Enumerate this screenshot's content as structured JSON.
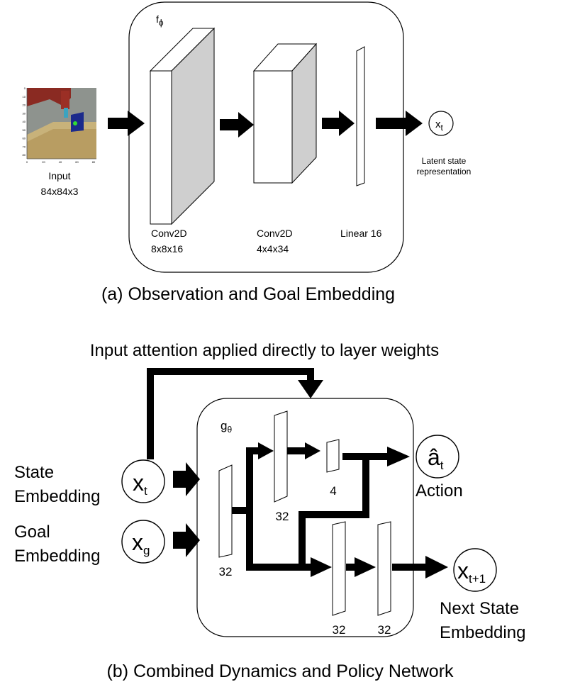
{
  "panel_a": {
    "input_label": "Input",
    "input_size": "84x84x3",
    "encoder_symbol": "f",
    "encoder_subscript": "ϕ",
    "layers": [
      {
        "name": "Conv2D",
        "size": "8x8x16"
      },
      {
        "name": "Conv2D",
        "size": "4x4x34"
      },
      {
        "name": "Linear 16",
        "size": ""
      }
    ],
    "output_symbol": "x",
    "output_subscript": "t",
    "output_label_line1": "Latent state",
    "output_label_line2": "representation",
    "caption": "(a) Observation and Goal Embedding",
    "plot_ticks_y": [
      "0",
      "10",
      "20",
      "30",
      "40",
      "50",
      "60",
      "70",
      "80"
    ],
    "plot_ticks_x": [
      "0",
      "20",
      "40",
      "60",
      "80"
    ]
  },
  "panel_b": {
    "attention_label": "Input attention applied directly to layer weights",
    "network_symbol": "g",
    "network_subscript": "θ",
    "state_label_line1": "State",
    "state_label_line2": "Embedding",
    "state_symbol": "x",
    "state_subscript": "t",
    "goal_label_line1": "Goal",
    "goal_label_line2": "Embedding",
    "goal_symbol": "x",
    "goal_subscript": "g",
    "action_symbol": "â",
    "action_subscript": "t",
    "action_label": "Action",
    "next_symbol": "x",
    "next_subscript": "t+1",
    "next_label_line1": "Next State",
    "next_label_line2": "Embedding",
    "layer_sizes": {
      "input": "32",
      "policy_hidden": "32",
      "policy_out": "4",
      "dyn_hidden": "32",
      "dyn_out": "32"
    },
    "caption": "(b) Combined Dynamics and Policy Network"
  },
  "colors": {
    "stroke": "#000000",
    "face_side": "#d0d0d0",
    "face_front": "#ffffff"
  }
}
